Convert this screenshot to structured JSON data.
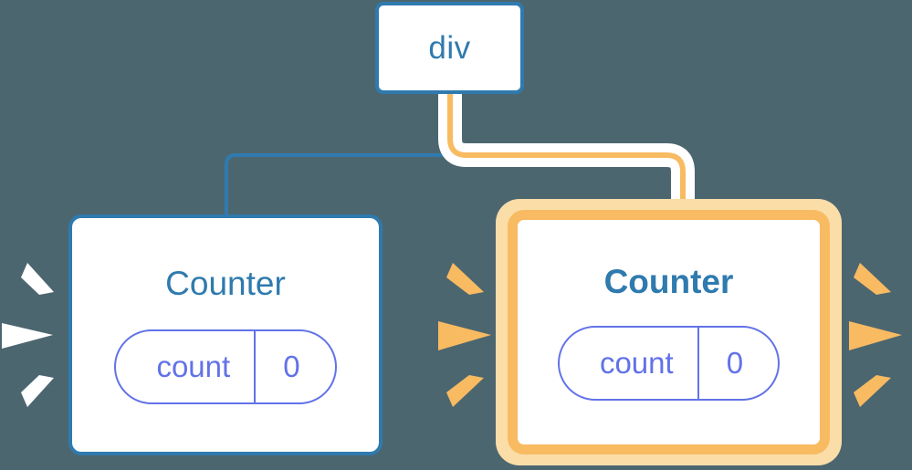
{
  "theme": {
    "background": "#4c6670",
    "node_fill": "#ffffff",
    "blue": "#2f7aae",
    "purple": "#6272e8",
    "amber": "#f8bb62",
    "amber_glow": "#fbdda8",
    "white": "#ffffff"
  },
  "diagram": {
    "type": "component-tree",
    "root": {
      "label": "div",
      "name": "div-node"
    },
    "children": [
      {
        "name": "counter-left",
        "label": "Counter",
        "state": {
          "key": "count",
          "value": "0"
        },
        "highlighted": false,
        "title_bold": false,
        "border_color": "#2f7aae",
        "sparkle_color": "#ffffff",
        "edge_color": "#2f7aae"
      },
      {
        "name": "counter-right",
        "label": "Counter",
        "state": {
          "key": "count",
          "value": "0"
        },
        "highlighted": true,
        "title_bold": true,
        "border_color": "#f8bb62",
        "sparkle_color": "#f8bb62",
        "edge_color": "#f8bb62"
      }
    ],
    "sparkle_clusters": [
      {
        "name": "sparkles-left-of-counter-left",
        "color": "#ffffff"
      },
      {
        "name": "sparkles-between-counters",
        "color": "#f8bb62"
      },
      {
        "name": "sparkles-right-of-counter-right",
        "color": "#f8bb62"
      }
    ]
  }
}
